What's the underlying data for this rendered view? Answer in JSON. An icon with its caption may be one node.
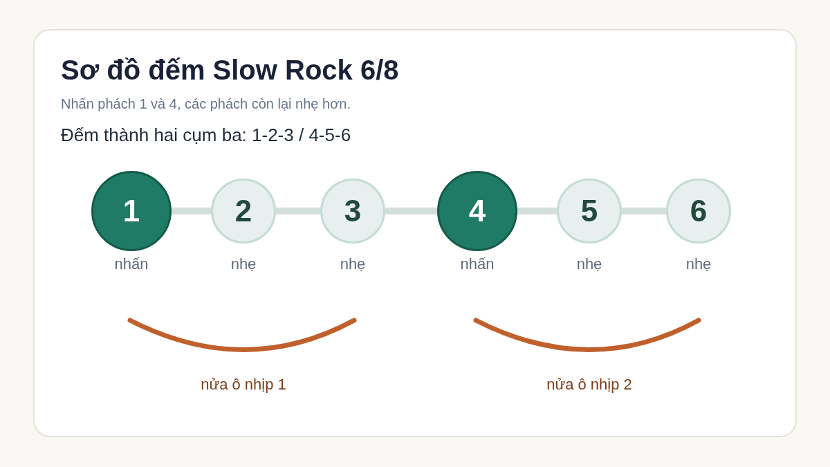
{
  "diagram": {
    "title": "Sơ đồ đếm Slow Rock 6/8",
    "nodes": [
      {
        "text": [
          "1"
        ],
        "beside": [
          "nhấn"
        ]
      },
      {
        "text": [
          "2"
        ],
        "beside": [
          "nhẹ"
        ]
      },
      {
        "text": [
          "3"
        ],
        "beside": [
          "nhẹ"
        ]
      },
      {
        "text": [
          "4"
        ],
        "beside": [
          "nhấn"
        ]
      },
      {
        "text": [
          "5"
        ],
        "beside": [
          "nhẹ"
        ]
      },
      {
        "text": [
          "6"
        ],
        "beside": [
          "nhẹ"
        ]
      }
    ],
    "edges": [
      {
        "from": 0,
        "to": 1,
        "arrow": "none"
      },
      {
        "from": 1,
        "to": 2,
        "arrow": "none"
      },
      {
        "from": 2,
        "to": 3,
        "arrow": "none"
      },
      {
        "from": 3,
        "to": 4,
        "arrow": "none"
      },
      {
        "from": 4,
        "to": 5,
        "arrow": "none"
      }
    ],
    "labels": [
      "Nhấn phách 1 và 4, các phách còn lại nhẹ hơn.",
      "Đếm thành hai cụm ba: 1-2-3 / 4-5-6",
      "nửa ô nhịp 1",
      "nửa ô nhịp 2"
    ]
  }
}
